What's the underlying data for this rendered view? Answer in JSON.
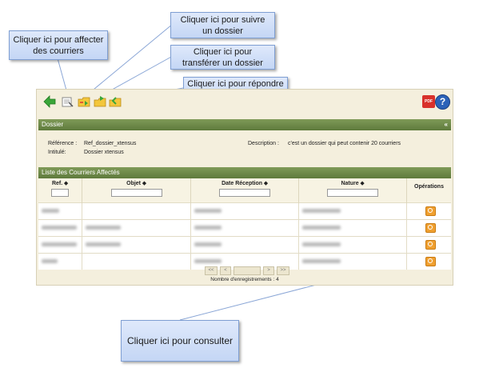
{
  "callouts": {
    "affect": "Cliquer ici pour affecter des courriers",
    "follow": "Cliquer ici pour suivre un dossier",
    "transfer": "Cliquer ici pour transférer un dossier",
    "reply": "Cliquer ici pour répondre à un dossier",
    "consult": "Cliquer ici pour consulter"
  },
  "toolbar": {
    "icons": [
      "back-arrow-icon",
      "affect-courrier-icon",
      "follow-dossier-icon",
      "transfer-dossier-icon",
      "reply-dossier-icon",
      "pdf-icon",
      "help-icon"
    ],
    "pdf_label": "PDF",
    "help_label": "?"
  },
  "dossier": {
    "title": "Dossier",
    "collapse": "«",
    "reference_label": "Référence :",
    "reference_value": "Ref_dossier_xtensus",
    "intitule_label": "Intitulé:",
    "intitule_value": "Dossier xtensus",
    "description_label": "Description :",
    "description_value": "c'est un dossier qui peut contenir 20 courriers"
  },
  "courriers": {
    "title": "Liste des Courriers Affectés",
    "columns": [
      "Ref. ⬥",
      "Objet ⬥",
      "Date Réception ⬥",
      "Nature ⬥",
      "Opérations"
    ],
    "row_count": 4,
    "pager": [
      "<<",
      "<",
      ">",
      ">>"
    ],
    "count_text": "Nombre d'enregistrements : 4"
  },
  "colors": {
    "header_green": "#5e7a3c",
    "panel_bg": "#f4efdd",
    "action_orange": "#f0a030",
    "callout_blue": "#c4d6f5"
  }
}
